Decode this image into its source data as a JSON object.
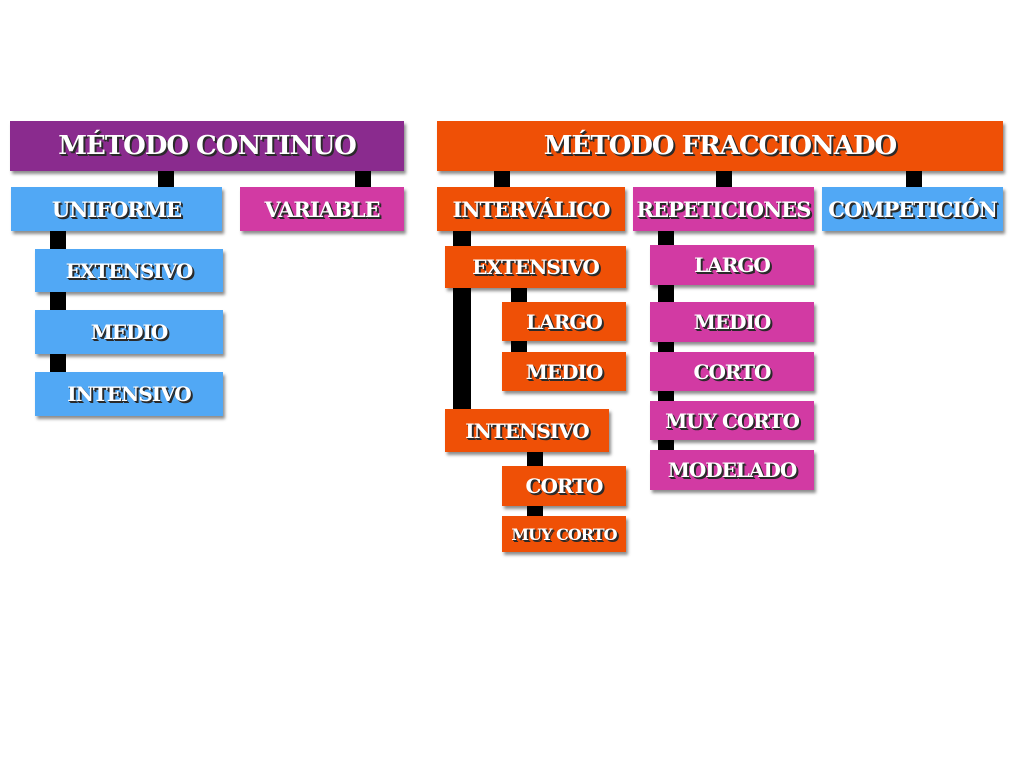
{
  "continuo": {
    "title": "MÉTODO CONTINUO",
    "uniforme": {
      "label": "UNIFORME",
      "children": [
        "EXTENSIVO",
        "MEDIO",
        "INTENSIVO"
      ]
    },
    "variable": {
      "label": "VARIABLE"
    }
  },
  "fraccionado": {
    "title": "MÉTODO FRACCIONADO",
    "intervalico": {
      "label": "INTERVÁLICO",
      "extensivo": {
        "label": "EXTENSIVO",
        "children": [
          "LARGO",
          "MEDIO"
        ]
      },
      "intensivo": {
        "label": "INTENSIVO",
        "children": [
          "CORTO",
          "MUY CORTO"
        ]
      }
    },
    "repeticiones": {
      "label": "REPETICIONES",
      "children": [
        "LARGO",
        "MEDIO",
        "CORTO",
        "MUY CORTO",
        "MODELADO"
      ]
    },
    "competicion": {
      "label": "COMPETICIÓN"
    }
  },
  "colors": {
    "purple": "#8a2b8e",
    "orange": "#ef5006",
    "blue": "#51a8f5",
    "pink": "#d23aa3",
    "connector": "#000000",
    "text": "#ffffff"
  }
}
